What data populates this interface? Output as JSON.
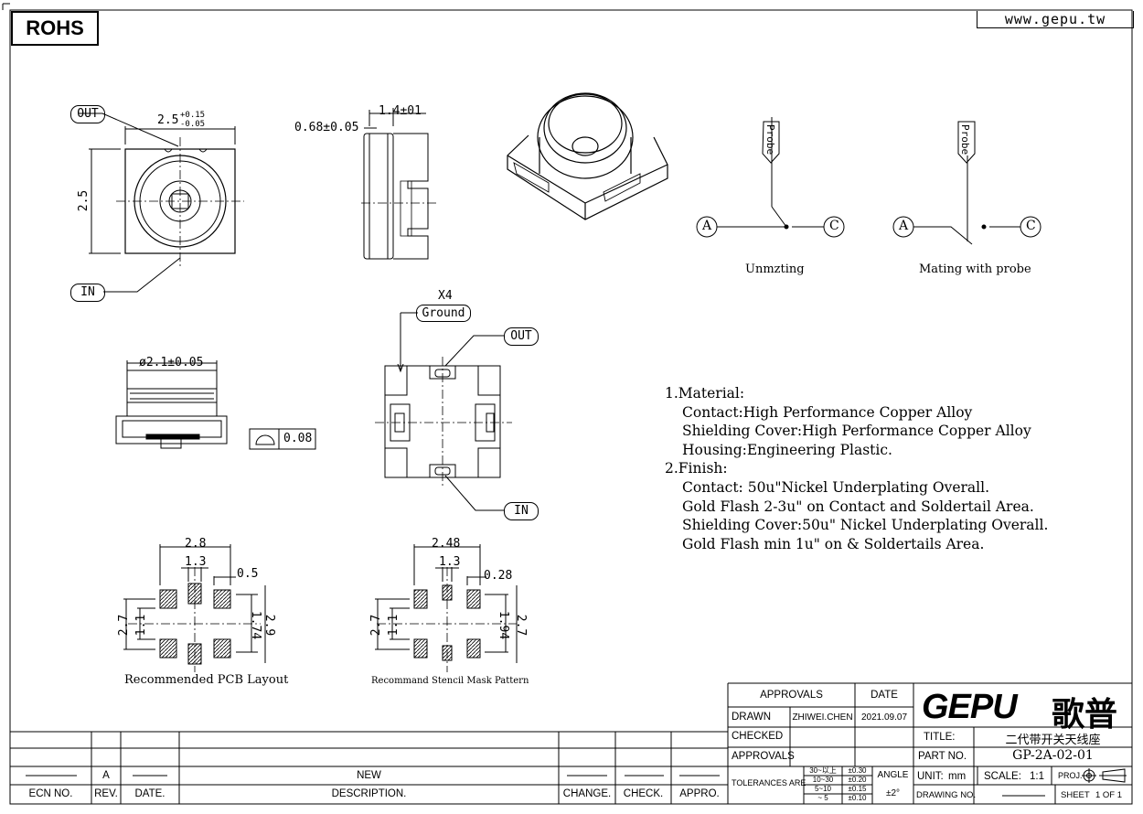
{
  "header": {
    "rohs": "ROHS",
    "website": "www.gepu.tw"
  },
  "views": {
    "top": {
      "out_label": "OUT",
      "in_label": "IN",
      "width_dim": "2.5",
      "tol_plus": "+0.15",
      "tol_minus": "-0.05",
      "height_dim": "2.5"
    },
    "side": {
      "thickness_dim": "0.68±0.05",
      "height_dim": "1.4±01"
    },
    "front": {
      "diameter_dim": "ø2.1±0.05",
      "flatness": "0.08"
    },
    "bottom": {
      "ground_count": "X4",
      "ground_label": "Ground",
      "out_label": "OUT",
      "in_label": "IN"
    }
  },
  "schematic": {
    "probe_label": "Probe",
    "terminal_a": "A",
    "terminal_c": "C",
    "state_unmating": "Unmzting",
    "state_mating": "Mating with probe"
  },
  "notes": [
    "1.Material:",
    "Contact:High Performance Copper Alloy",
    "Shielding Cover:High Performance Copper Alloy",
    "Housing:Engineering Plastic.",
    "2.Finish:",
    "Contact: 50u\"Nickel Underplating Overall.",
    "Gold Flash 2-3u\" on Contact and Soldertail Area.",
    "Shielding Cover:50u\" Nickel Underplating Overall.",
    "Gold Flash min 1u\" on & Soldertails Area."
  ],
  "pcb_layout": {
    "caption": "Recommended PCB Layout",
    "d1": "2.8",
    "d2": "1.3",
    "d3": "0.5",
    "d4": "2.7",
    "d5": "1.1",
    "d6": "1.74",
    "d7": "2.9"
  },
  "stencil": {
    "caption": "Recommand Stencil Mask Pattern",
    "d1": "2.48",
    "d2": "1.3",
    "d3": "0.28",
    "d4": "2.7",
    "d5": "1.1",
    "d6": "1.94",
    "d7": "2.7"
  },
  "revision_table": {
    "rev": "A",
    "description": "NEW",
    "headers": {
      "ecn": "ECN NO.",
      "rev": "REV.",
      "date": "DATE.",
      "description": "DESCRIPTION.",
      "change": "CHANGE.",
      "check": "CHECK.",
      "appro": "APPRO."
    }
  },
  "title_block": {
    "approvals_header": "APPROVALS",
    "date_header": "DATE",
    "drawn_label": "DRAWN",
    "drawn_by": "ZHIWEI.CHEN",
    "drawn_date": "2021.09.07",
    "checked_label": "CHECKED",
    "approvals_label": "APPROVALS",
    "company": "GEPU",
    "company_zh": "歌普",
    "title_label": "TITLE:",
    "title": "二代带开关天线座",
    "part_no_label": "PART NO.",
    "part_no": "GP-2A-02-01",
    "tolerances_label": "TOLERANCES ARE",
    "tolerance_ranges": [
      "30~以上",
      "10~30",
      "5~10",
      "~ 5"
    ],
    "tolerance_values": [
      "±0.30",
      "±0.20",
      "±0.15",
      "±0.10"
    ],
    "angle_label": "ANGLE",
    "angle_value": "±2°",
    "unit_label": "UNIT:",
    "unit_value": "mm",
    "scale_label": "SCALE:",
    "scale_value": "1:1",
    "proj_label": "PROJ.",
    "drawing_no_label": "DRAWING NO.",
    "sheet_label": "SHEET",
    "sheet_value": "1 OF 1"
  }
}
